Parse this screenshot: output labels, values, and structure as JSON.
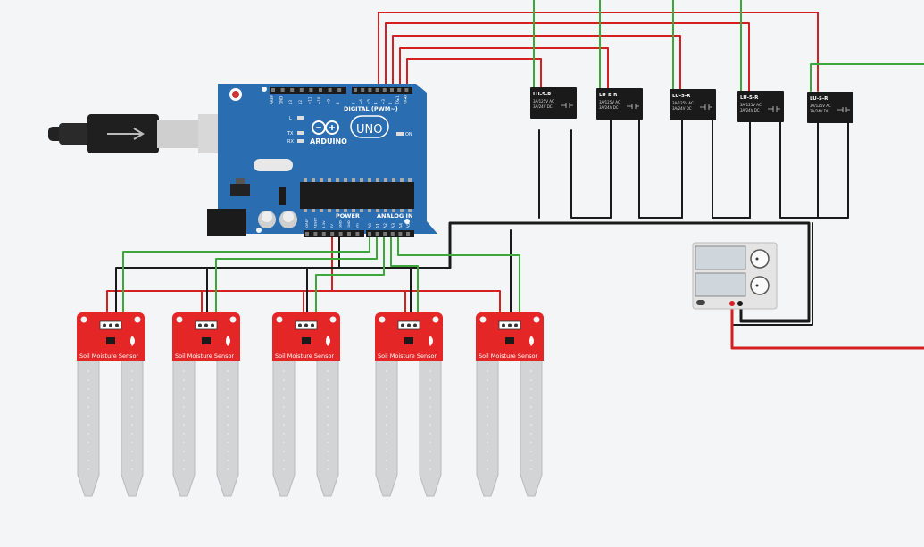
{
  "arduino": {
    "brand": "ARDUINO",
    "model": "UNO",
    "digital_label": "DIGITAL (PWM~)",
    "power_label": "POWER",
    "analog_label": "ANALOG IN",
    "on_label": "ON",
    "led_labels": [
      "L",
      "TX",
      "RX"
    ],
    "digital_pins": [
      "7",
      "~6",
      "~5",
      "4",
      "~3",
      "2",
      "TX▸1",
      "RX◂0"
    ],
    "digital_pins_left": [
      "AREF",
      "GND",
      "13",
      "12",
      "~11",
      "~10",
      "~9",
      "8"
    ],
    "power_pins": [
      "IOREF",
      "RESET",
      "3.3V",
      "5V",
      "GND",
      "GND",
      "Vin"
    ],
    "analog_pins": [
      "A0",
      "A1",
      "A2",
      "A3",
      "A4",
      "A5"
    ]
  },
  "relays": [
    {
      "label": "LU-5-R",
      "spec1": "3A/125V AC",
      "spec2": "3A/24V DC"
    },
    {
      "label": "LU-5-R",
      "spec1": "3A/125V AC",
      "spec2": "3A/24V DC"
    },
    {
      "label": "LU-5-R",
      "spec1": "3A/125V AC",
      "spec2": "3A/24V DC"
    },
    {
      "label": "LU-5-R",
      "spec1": "3A/125V AC",
      "spec2": "3A/24V DC"
    },
    {
      "label": "LU-5-R",
      "spec1": "3A/125V AC",
      "spec2": "3A/24V DC"
    }
  ],
  "sensors": [
    {
      "label": "Soil Moisture Sensor"
    },
    {
      "label": "Soil Moisture Sensor"
    },
    {
      "label": "Soil Moisture Sensor"
    },
    {
      "label": "Soil Moisture Sensor"
    },
    {
      "label": "Soil Moisture Sensor"
    }
  ],
  "colors": {
    "board": "#2a6db0",
    "sensor": "#e52626",
    "wire_red": "#d42020",
    "wire_green": "#3ca83c",
    "wire_black": "#1a1a1a",
    "relay": "#1a1a1a"
  }
}
